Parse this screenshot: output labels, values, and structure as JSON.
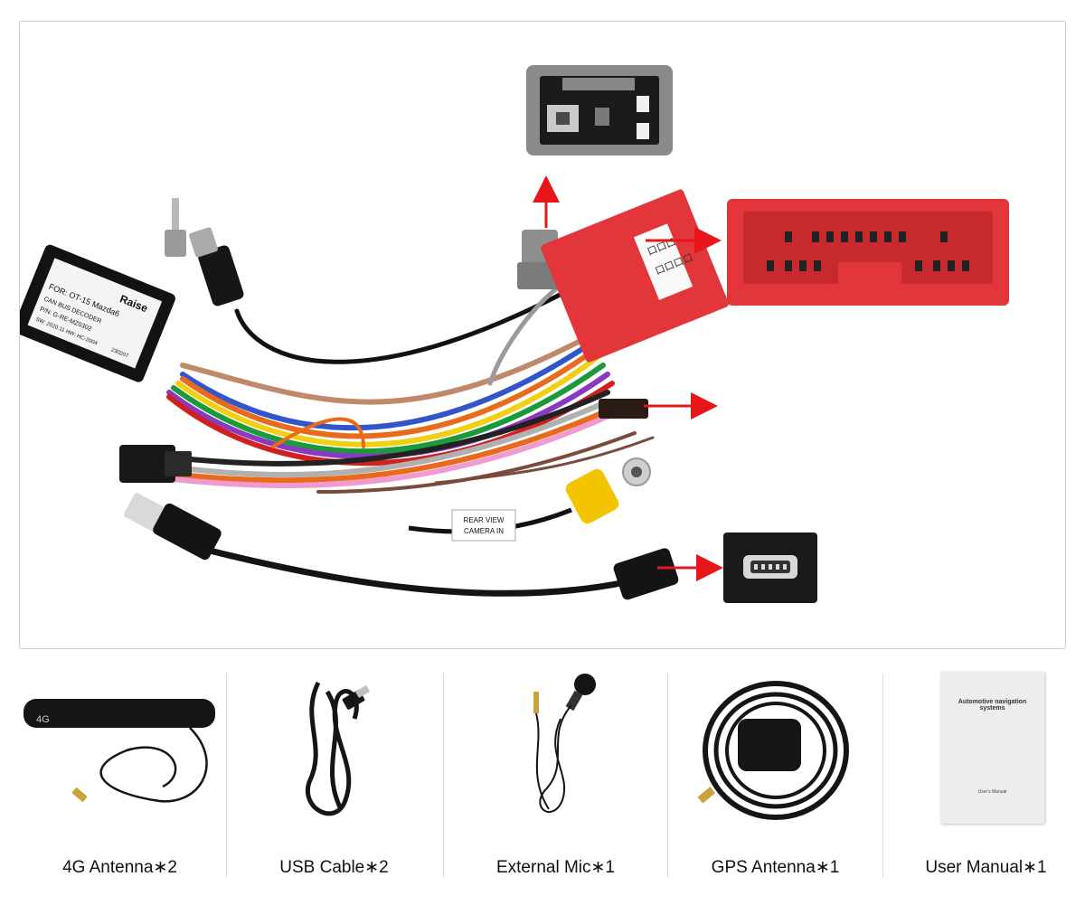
{
  "harness": {
    "decoder_lines": [
      "Raise",
      "FOR: OT-15 Mazda6",
      "CAN BUS DECODER",
      "P/N: G-RE-MZ0302",
      "SW: 2020.11  HW: HC-2004",
      "230207"
    ],
    "connector_sticker": [
      "口口口",
      "口口口口"
    ],
    "camera_tag": [
      "REAR VIEW",
      "CAMERA IN"
    ]
  },
  "accessories": [
    {
      "id": "4g-antenna",
      "name": "4G Antenna",
      "qty": "∗2",
      "badge": "4G"
    },
    {
      "id": "usb-cable",
      "name": "USB Cable",
      "qty": "∗2"
    },
    {
      "id": "external-mic",
      "name": "External Mic",
      "qty": "∗1"
    },
    {
      "id": "gps-antenna",
      "name": "GPS Antenna",
      "qty": "∗1"
    },
    {
      "id": "user-manual",
      "name": "User Manual",
      "qty": "∗1",
      "cover_title": "Automotive navigation systems",
      "cover_footer": "User's Manual"
    }
  ],
  "colors": {
    "arrow": "#e8161b",
    "connector_red": "#e2363a",
    "connector_gray": "#8a8a8a",
    "camera_yellow": "#f2c500"
  }
}
